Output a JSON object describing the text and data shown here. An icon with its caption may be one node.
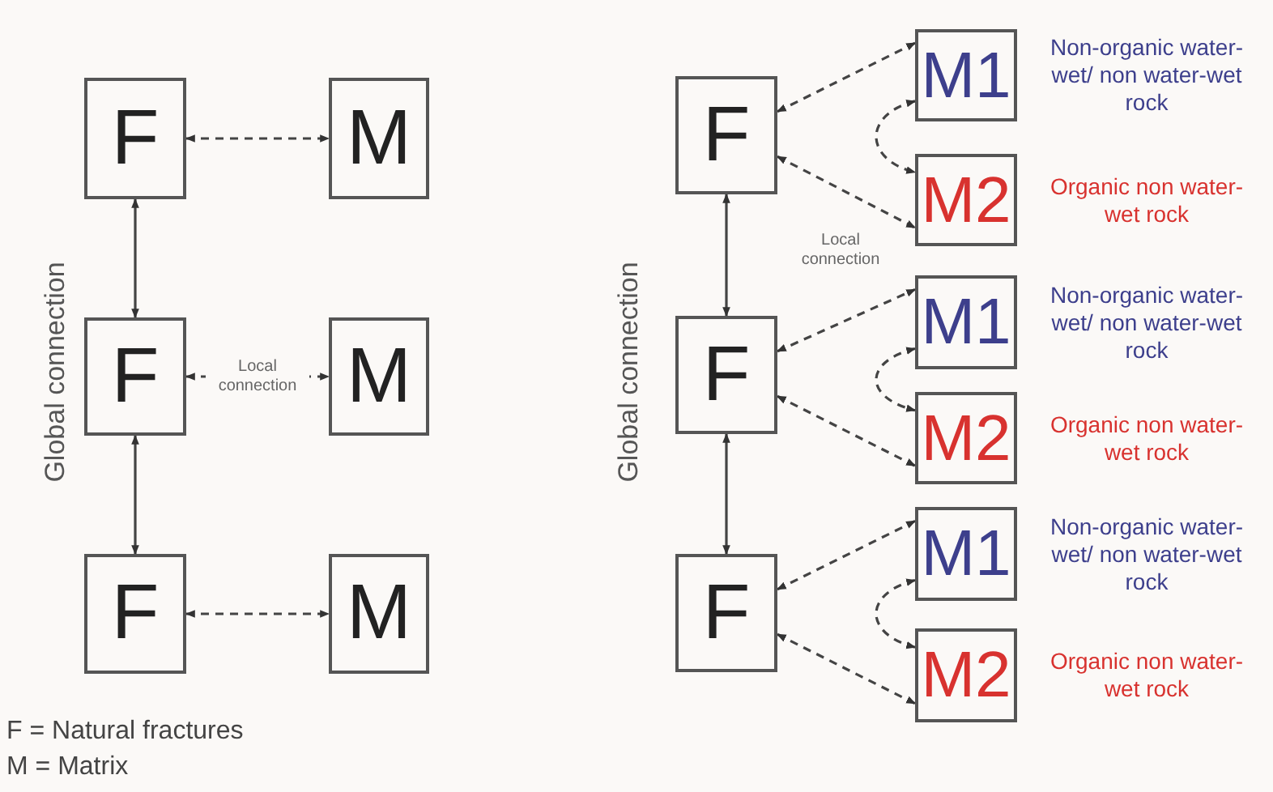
{
  "diagram": {
    "nodes": [
      {
        "text": [
          "F"
        ]
      },
      {
        "text": [
          "M"
        ]
      },
      {
        "text": [
          "F"
        ]
      },
      {
        "text": [
          "M"
        ]
      },
      {
        "text": [
          "F"
        ]
      },
      {
        "text": [
          "M"
        ]
      },
      {
        "text": [
          "F"
        ]
      },
      {
        "text": [
          "M1"
        ],
        "beside": [
          "Non-organic water-wet/ non water-wet rock"
        ]
      },
      {
        "text": [
          "M2"
        ],
        "beside": [
          "Organic non water-wet rock"
        ]
      },
      {
        "text": [
          "F"
        ]
      },
      {
        "text": [
          "M1"
        ],
        "beside": [
          "Non-organic water-wet/ non water-wet rock"
        ]
      },
      {
        "text": [
          "M2"
        ],
        "beside": [
          "Organic non water-wet rock"
        ]
      },
      {
        "text": [
          "F"
        ]
      },
      {
        "text": [
          "M1"
        ],
        "beside": [
          "Non-organic water-wet/ non water-wet rock"
        ]
      },
      {
        "text": [
          "M2"
        ],
        "beside": [
          "Organic non water-wet rock"
        ]
      }
    ],
    "edges": [
      {
        "from": 0,
        "to": 1,
        "arrow": "both",
        "style": "dashed"
      },
      {
        "from": 0,
        "to": 2,
        "arrow": "both"
      },
      {
        "from": 2,
        "to": 3,
        "arrow": "both",
        "style": "dashed",
        "label": "Local connection"
      },
      {
        "from": 2,
        "to": 4,
        "arrow": "both"
      },
      {
        "from": 4,
        "to": 5,
        "arrow": "both",
        "style": "dashed"
      },
      {
        "from": 6,
        "to": 7,
        "arrow": "both",
        "style": "dashed"
      },
      {
        "from": 6,
        "to": 8,
        "arrow": "both",
        "style": "dashed"
      },
      {
        "from": 7,
        "to": 8,
        "arrow": "both",
        "style": "dashed"
      },
      {
        "from": 6,
        "to": 9,
        "arrow": "both"
      },
      {
        "from": 9,
        "to": 10,
        "arrow": "both",
        "style": "dashed"
      },
      {
        "from": 9,
        "to": 11,
        "arrow": "both",
        "style": "dashed"
      },
      {
        "from": 10,
        "to": 11,
        "arrow": "both",
        "style": "dashed"
      },
      {
        "from": 9,
        "to": 12,
        "arrow": "both"
      },
      {
        "from": 12,
        "to": 13,
        "arrow": "both",
        "style": "dashed"
      },
      {
        "from": 12,
        "to": 14,
        "arrow": "both",
        "style": "dashed"
      },
      {
        "from": 13,
        "to": 14,
        "arrow": "both",
        "style": "dashed"
      }
    ],
    "labels": [
      "Global connection",
      "Local connection",
      "Global connection",
      "F = Natural fractures",
      "M = Matrix"
    ]
  }
}
